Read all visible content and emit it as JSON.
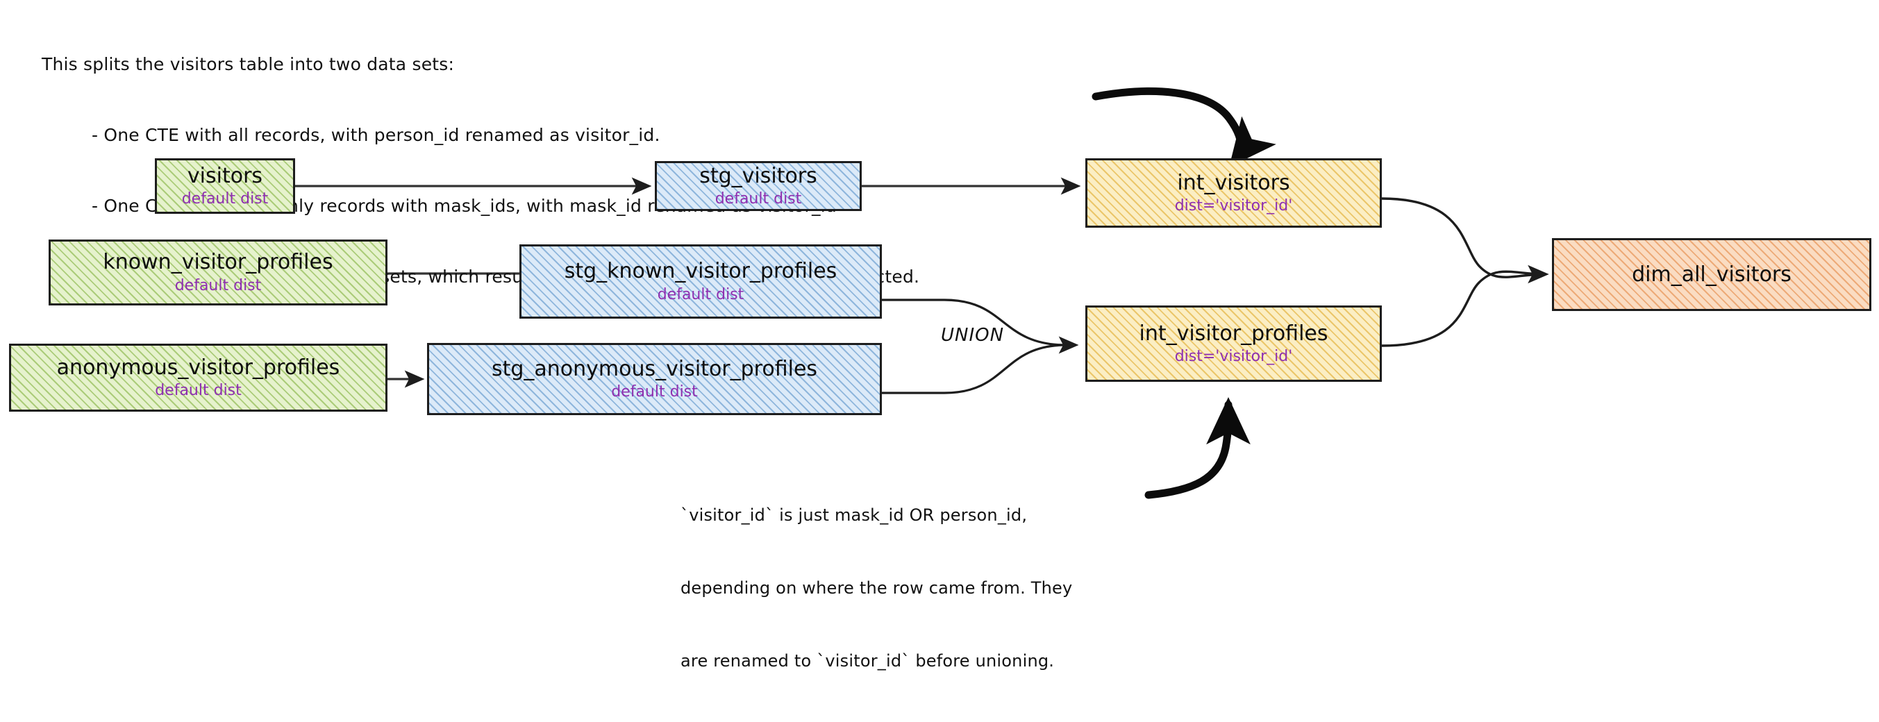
{
  "header_note": {
    "lines": [
      "This splits the visitors table into two data sets:",
      "- One CTE with all records, with person_id renamed as visitor_id.",
      "- One CTE filtered to only records with mask_ids, with mask_id renamed as visitor_id",
      "- One CTE to union the two data sets, which results in a grain of one row per profile collected."
    ]
  },
  "bottom_note": {
    "lines": [
      "`visitor_id` is just mask_id OR person_id,",
      "depending on where the row came from. They",
      "are renamed to `visitor_id` before unioning."
    ]
  },
  "union_label": "UNION",
  "colors": {
    "source": "#e6f2cd",
    "source_stroke": "#7aad34",
    "staging": "#dceaf8",
    "staging_stroke": "#4f8cc6",
    "intermediate": "#fbeec4",
    "intermediate_stroke": "#e0ac2d",
    "dimension": "#fadcc2",
    "dimension_stroke": "#e2813a",
    "dist_text": "#8e2fb0",
    "outline": "#1d1d1d"
  },
  "nodes": [
    {
      "id": "visitors",
      "title": "visitors",
      "sub": "default dist",
      "layer": "source"
    },
    {
      "id": "known_visitor_profiles",
      "title": "known_visitor_profiles",
      "sub": "default dist",
      "layer": "source"
    },
    {
      "id": "anonymous_visitor_profiles",
      "title": "anonymous_visitor_profiles",
      "sub": "default dist",
      "layer": "source"
    },
    {
      "id": "stg_visitors",
      "title": "stg_visitors",
      "sub": "default dist",
      "layer": "staging"
    },
    {
      "id": "stg_known_visitor_profiles",
      "title": "stg_known_visitor_profiles",
      "sub": "default dist",
      "layer": "staging"
    },
    {
      "id": "stg_anonymous_visitor_profiles",
      "title": "stg_anonymous_visitor_profiles",
      "sub": "default dist",
      "layer": "staging"
    },
    {
      "id": "int_visitors",
      "title": "int_visitors",
      "sub": "dist='visitor_id'",
      "layer": "intermediate"
    },
    {
      "id": "int_visitor_profiles",
      "title": "int_visitor_profiles",
      "sub": "dist='visitor_id'",
      "layer": "intermediate"
    },
    {
      "id": "dim_all_visitors",
      "title": "dim_all_visitors",
      "sub": "",
      "layer": "dimension"
    }
  ],
  "edges": [
    {
      "from": "visitors",
      "to": "stg_visitors"
    },
    {
      "from": "stg_visitors",
      "to": "int_visitors"
    },
    {
      "from": "known_visitor_profiles",
      "to": "stg_known_visitor_profiles"
    },
    {
      "from": "anonymous_visitor_profiles",
      "to": "stg_anonymous_visitor_profiles"
    },
    {
      "from": "stg_known_visitor_profiles",
      "to": "int_visitor_profiles"
    },
    {
      "from": "stg_anonymous_visitor_profiles",
      "to": "int_visitor_profiles"
    },
    {
      "from": "int_visitors",
      "to": "dim_all_visitors"
    },
    {
      "from": "int_visitor_profiles",
      "to": "dim_all_visitors"
    },
    {
      "from": "header_note",
      "to": "int_visitors"
    },
    {
      "from": "bottom_note",
      "to": "int_visitor_profiles"
    }
  ]
}
